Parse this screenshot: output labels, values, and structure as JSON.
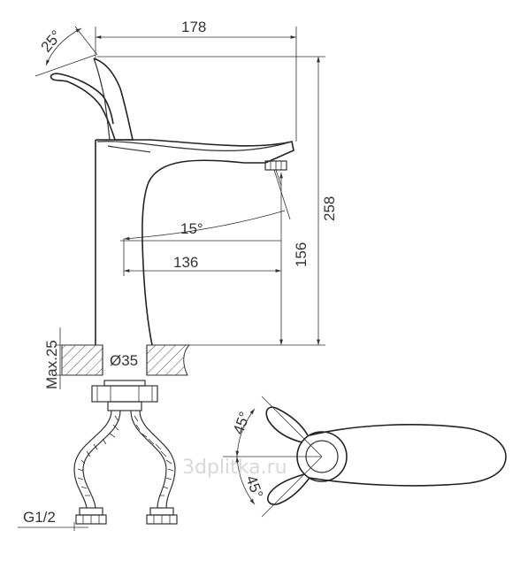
{
  "dimensions": {
    "width_total": "178",
    "height_total": "258",
    "spout_height": "156",
    "spout_reach": "136",
    "lever_angle": "25°",
    "spout_angle": "15°",
    "base_diameter": "Ø35",
    "max_thickness": "Max.25",
    "thread": "G1/2",
    "rotation_angle_top": "45°",
    "rotation_angle_bottom": "45°"
  },
  "watermark": "3dplitka.ru"
}
